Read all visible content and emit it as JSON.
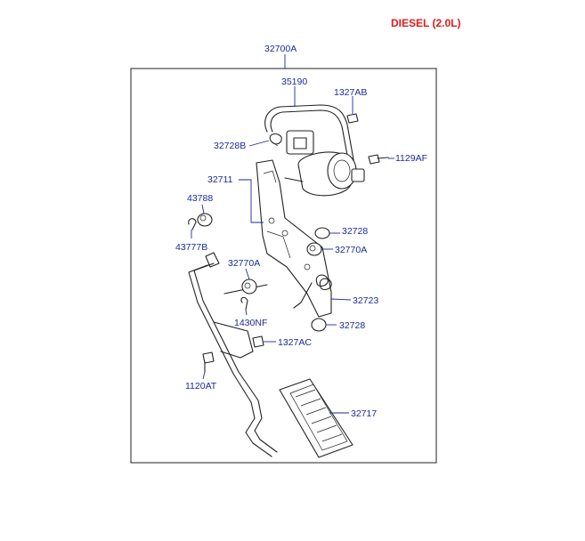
{
  "header": {
    "title": "DIESEL (2.0L)",
    "color": "#e01b1b"
  },
  "label_color": "#1a2a9c",
  "assembly": {
    "part_no": "32700A"
  },
  "parts": {
    "p35190": "35190",
    "p1327AB": "1327AB",
    "p32728B": "32728B",
    "p1129AF": "1129AF",
    "p32711": "32711",
    "p43788": "43788",
    "p32728a": "32728",
    "p43777B": "43777B",
    "p32770A_r": "32770A",
    "p32770A_l": "32770A",
    "p32723": "32723",
    "p1430NF": "1430NF",
    "p32728b": "32728",
    "p1327AC": "1327AC",
    "p1120AT": "1120AT",
    "p32717": "32717"
  }
}
